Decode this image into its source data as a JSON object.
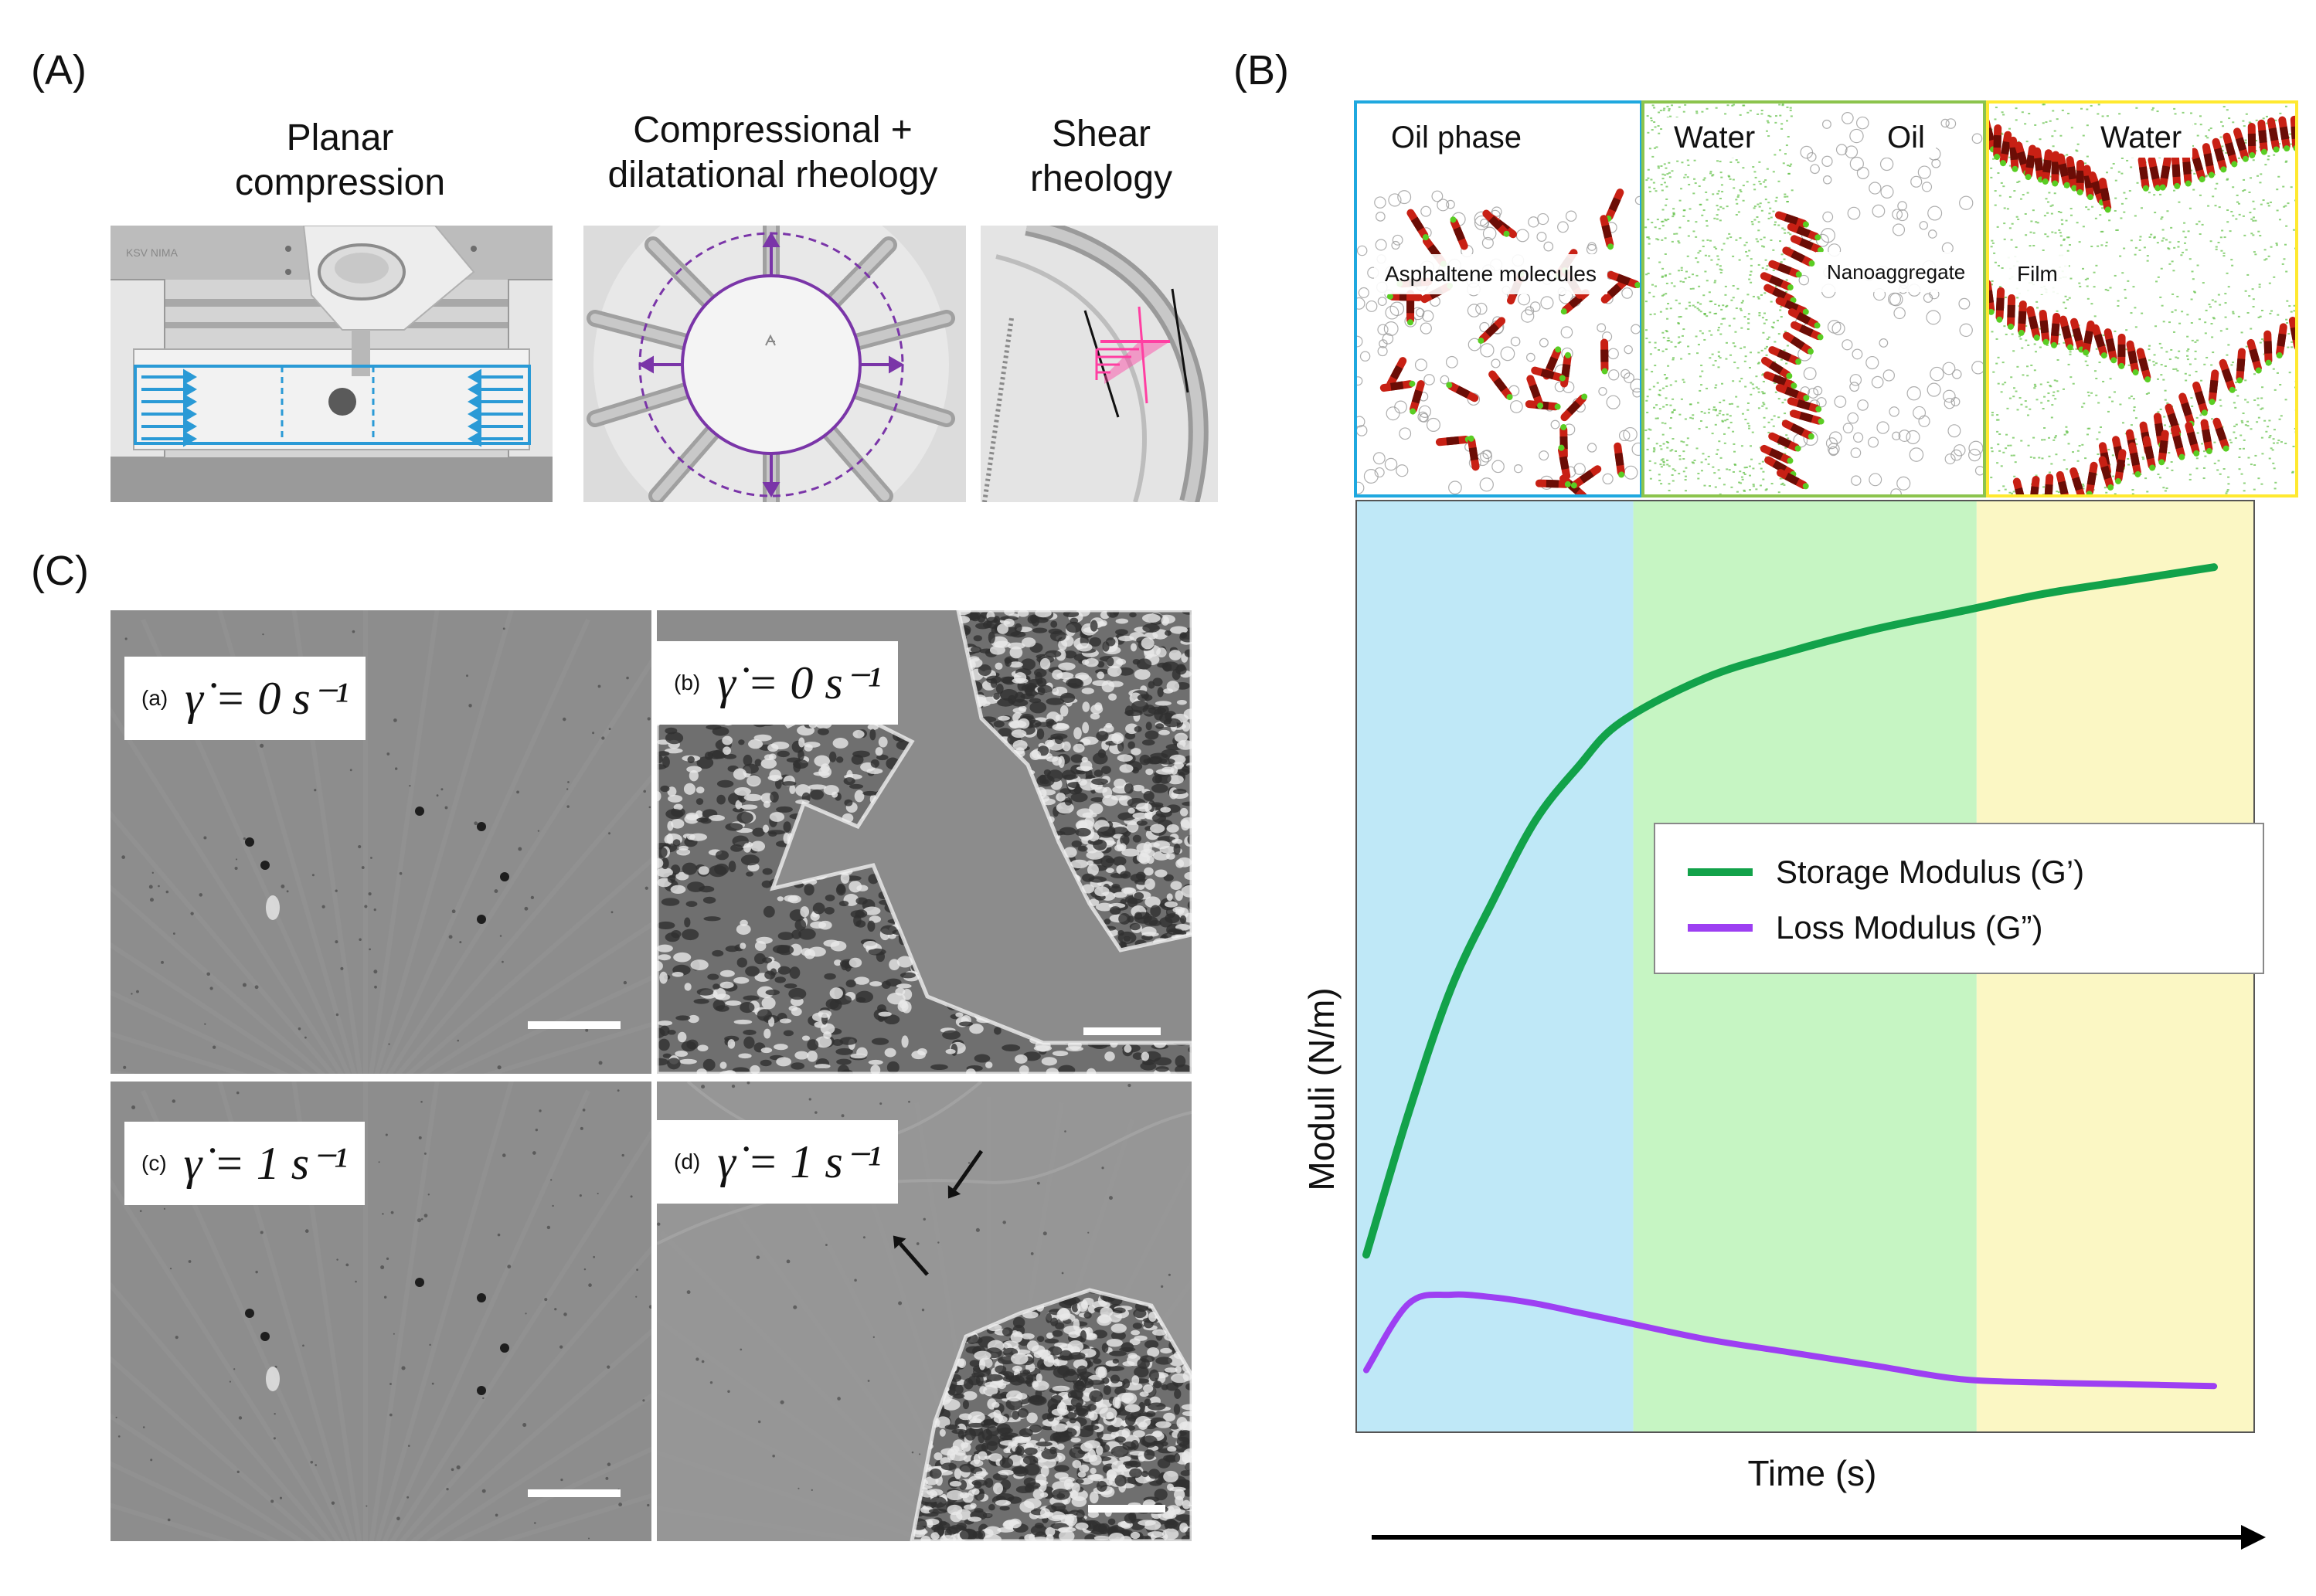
{
  "panels": {
    "a": "(A)",
    "b": "(B)",
    "c": "(C)"
  },
  "panel_a": {
    "titles": [
      "Planar\ncompression",
      "Compressional +\ndilatational rheology",
      "Shear\nrheology"
    ],
    "device_text": "KSV NIMA"
  },
  "panel_b": {
    "md_labels": {
      "oil_phase": "Oil phase",
      "asphaltene": "Asphaltene molecules",
      "water_1": "Water",
      "oil": "Oil",
      "nanoaggregate": "Nanoaggregate",
      "water_2": "Water",
      "film": "Film"
    },
    "region_colors": [
      "#bfe8f7",
      "#c6f5c3",
      "#fbf7c4"
    ],
    "md_border_colors": [
      "#1fa8df",
      "#8cc44d",
      "#ffe930"
    ]
  },
  "chart_data": {
    "type": "line",
    "title": "",
    "xlabel": "Time (s)",
    "ylabel": "Moduli (N/m)",
    "x": [
      0,
      0.05,
      0.1,
      0.15,
      0.2,
      0.25,
      0.3,
      0.4,
      0.5,
      0.6,
      0.7,
      0.8,
      0.9,
      1.0
    ],
    "series": [
      {
        "name": "Storage Modulus (G’)",
        "color": "#12a24a",
        "values": [
          0.2,
          0.36,
          0.5,
          0.6,
          0.69,
          0.75,
          0.8,
          0.85,
          0.88,
          0.905,
          0.925,
          0.945,
          0.96,
          0.975
        ]
      },
      {
        "name": "Loss Modulus (G”)",
        "color": "#9d3ff2",
        "values": [
          0.07,
          0.145,
          0.155,
          0.152,
          0.145,
          0.135,
          0.125,
          0.105,
          0.09,
          0.075,
          0.06,
          0.056,
          0.054,
          0.052
        ]
      }
    ],
    "ylim": [
      0,
      1.05
    ],
    "regions": [
      {
        "from": 0,
        "to": 0.315
      },
      {
        "from": 0.315,
        "to": 0.72
      },
      {
        "from": 0.72,
        "to": 1.05
      }
    ],
    "grid": false,
    "legend": "center-right"
  },
  "panel_c": {
    "labels": [
      {
        "letter": "(a)",
        "eq": "γ̇ = 0 s⁻¹"
      },
      {
        "letter": "(b)",
        "eq": "γ̇ = 0 s⁻¹"
      },
      {
        "letter": "(c)",
        "eq": "γ̇ = 1 s⁻¹"
      },
      {
        "letter": "(d)",
        "eq": "γ̇ = 1 s⁻¹"
      }
    ]
  }
}
